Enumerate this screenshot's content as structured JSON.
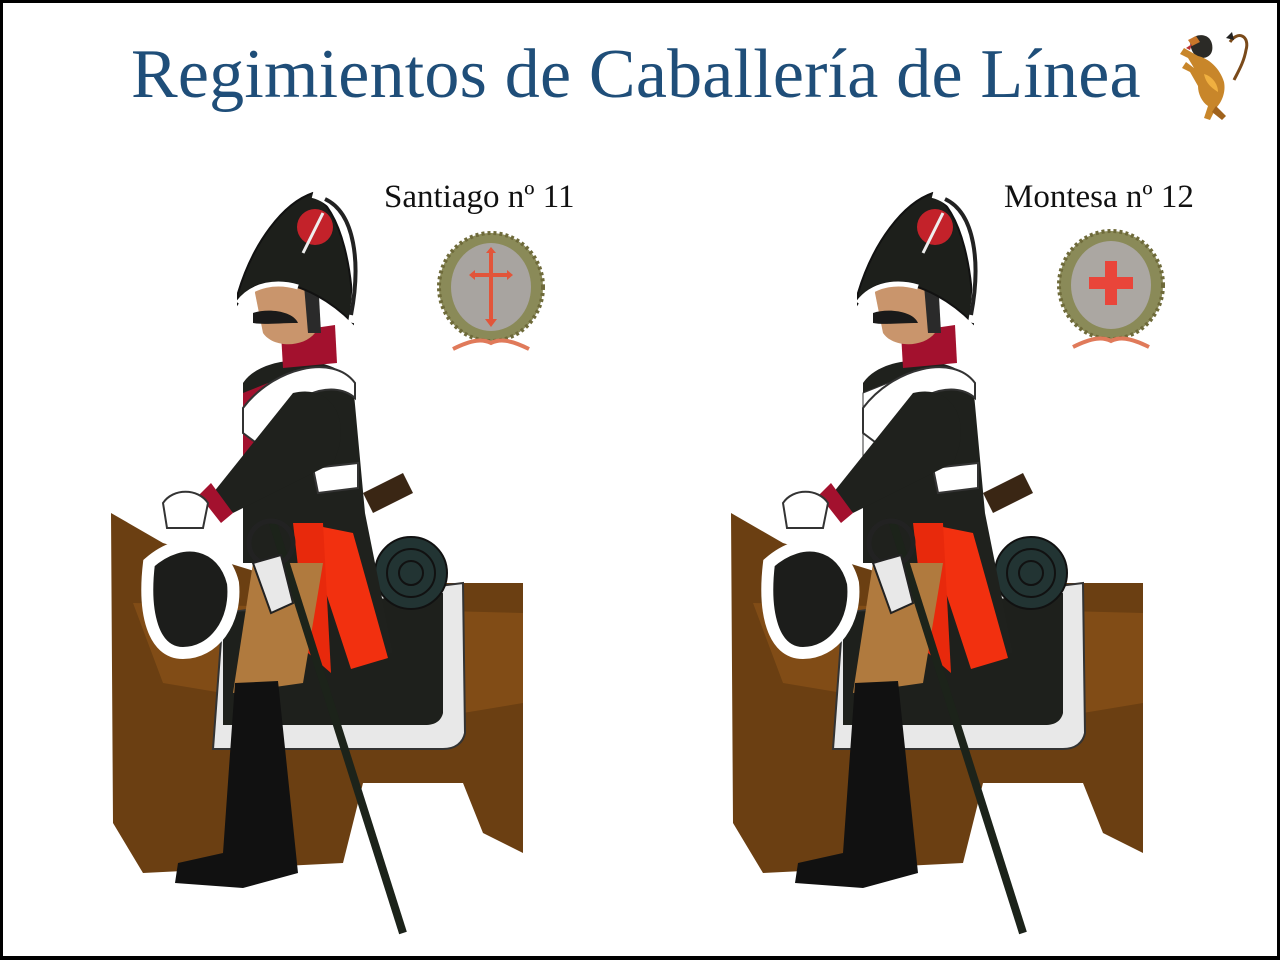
{
  "slide": {
    "title": "Regimientos de Caballería de Línea",
    "title_color": "#1f4e79",
    "corner_icon": "rampant-lion-icon"
  },
  "regiments": [
    {
      "label": "Santiago nº 11",
      "emblem": "cross-of-santiago-wreath-icon",
      "lapel_color": "#a3112e",
      "figure": "cavalry-soldier-illustration"
    },
    {
      "label": "Montesa nº 12",
      "emblem": "red-cross-wreath-icon",
      "lapel_color": "#ffffff",
      "figure": "cavalry-soldier-illustration"
    }
  ]
}
